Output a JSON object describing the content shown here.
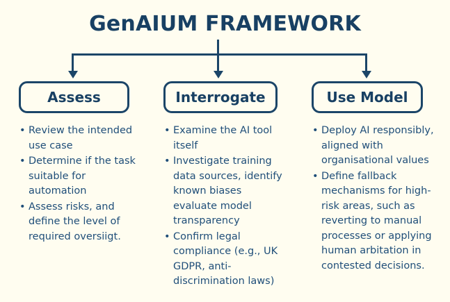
{
  "page": {
    "background_color": "#fffdf0",
    "accent_color": "#1b4568",
    "title_color": "#184063",
    "body_text_color": "#1f4e79"
  },
  "title": "GenAIUM FRAMEWORK",
  "connectors": {
    "type": "tree-split-down-arrows",
    "branch_count": 3
  },
  "columns": [
    {
      "heading": "Assess",
      "bullets": [
        "Review the intended use case",
        "Determine if the task suitable for automation",
        "Assess risks, and define the level of required oversiigt."
      ]
    },
    {
      "heading": "Interrogate",
      "bullets": [
        "Examine the AI tool itself",
        "Investigate training data sources, identify known biases evaluate model transparency",
        "Confirm legal compliance (e.g., UK GDPR, anti-discrimination laws)"
      ]
    },
    {
      "heading": "Use Model",
      "bullets": [
        "Deploy AI responsibly, aligned with organisational values",
        "Define fallback mechanisms for high-risk areas, such as reverting to manual processes or applying human arbitation in contested decisions."
      ]
    }
  ]
}
